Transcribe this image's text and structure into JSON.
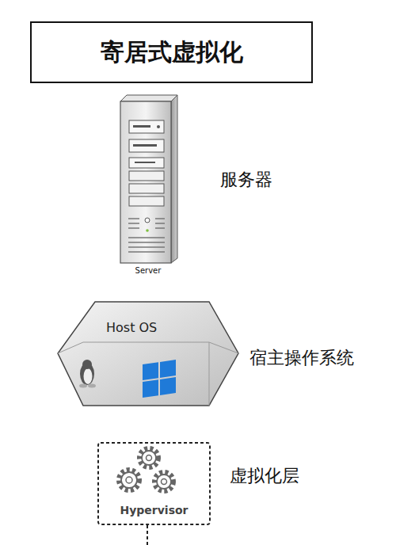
{
  "diagram": {
    "title": "寄居式虚拟化",
    "nodes": [
      {
        "text": [
          "Host OS"
        ]
      },
      {
        "text": [
          "Hypervisor"
        ]
      }
    ],
    "labels": [
      "Server",
      "服务器",
      "宿主操作系统",
      "虚拟化层"
    ]
  }
}
